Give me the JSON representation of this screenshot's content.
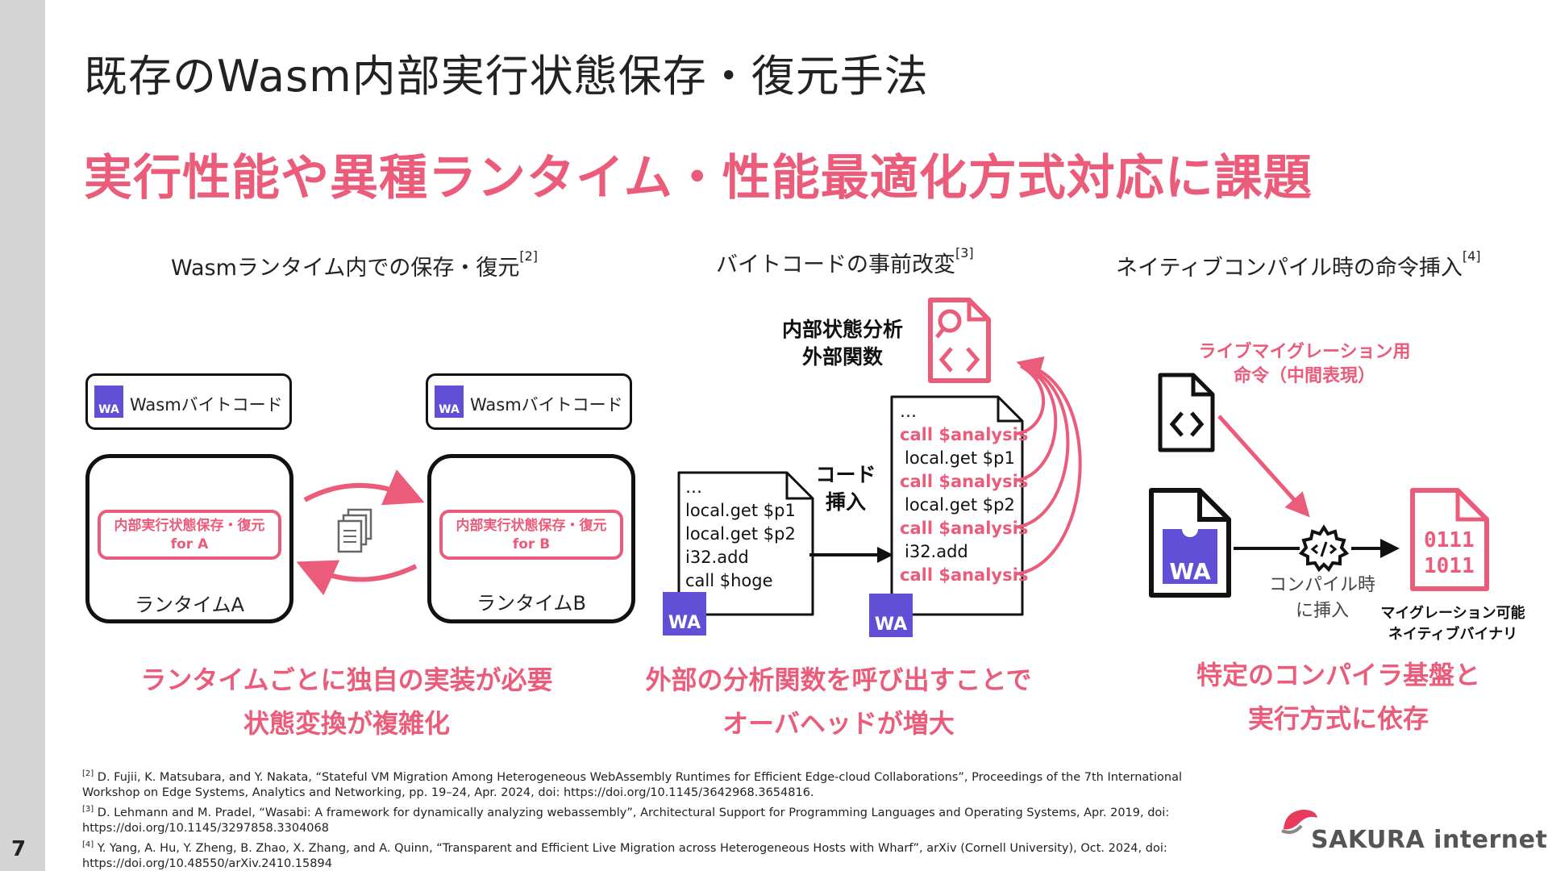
{
  "slide": {
    "page_number": "7",
    "title": "既存のWasm内部実行状態保存・復元手法",
    "subtitle": "実行性能や異種ランタイム・性能最適化方式対応に課題"
  },
  "col1": {
    "heading": "Wasmランタイム内での保存・復元",
    "ref": "[2]",
    "bytecode_label": "Wasmバイトコード",
    "wa_badge": "WA",
    "inner_a": "内部実行状態保存・復元\nfor A",
    "inner_b": "内部実行状態保存・復元\nfor B",
    "runtime_a": "ランタイムA",
    "runtime_b": "ランタイムB",
    "bottom_line1": "ランタイムごとに独自の実装が必要",
    "bottom_line2": "状態変換が複雑化"
  },
  "col2": {
    "heading": "バイトコードの事前改変",
    "ref": "[3]",
    "analysis_label_1": "内部状態分析",
    "analysis_label_2": "外部関数",
    "insert_label_1": "コード",
    "insert_label_2": "挿入",
    "left_code": [
      "…",
      "local.get $p1",
      "local.get $p2",
      "i32.add",
      "call  $hoge"
    ],
    "right_code": [
      {
        "text": "…",
        "highlight": false
      },
      {
        "text": "call $analysis",
        "highlight": true
      },
      {
        "text": "local.get $p1",
        "highlight": false
      },
      {
        "text": "call $analysis",
        "highlight": true
      },
      {
        "text": "local.get $p2",
        "highlight": false
      },
      {
        "text": "call $analysis",
        "highlight": true
      },
      {
        "text": "i32.add",
        "highlight": false
      },
      {
        "text": "call $analysis",
        "highlight": true
      }
    ],
    "wa_badge": "WA",
    "bottom_line1": "外部の分析関数を呼び出すことで",
    "bottom_line2": "オーバヘッドが増大"
  },
  "col3": {
    "heading": "ネイティブコンパイル時の命令挿入",
    "ref": "[4]",
    "instr_label_1": "ライブマイグレーション用",
    "instr_label_2": "命令（中間表現）",
    "compile_label_1": "コンパイル時",
    "compile_label_2": "に挿入",
    "binary_line1": "0111",
    "binary_line2": "1011",
    "native_label_1": "マイグレーション可能",
    "native_label_2": "ネイティブバイナリ",
    "wa_badge": "WA",
    "bottom_line1": "特定のコンパイラ基盤と",
    "bottom_line2": "実行方式に依存"
  },
  "footnotes": [
    {
      "ref": "[2]",
      "text": " D. Fujii, K. Matsubara, and Y. Nakata, “Stateful VM Migration Among Heterogeneous WebAssembly Runtimes for Efficient Edge-cloud Collaborations”, Proceedings of the 7th International Workshop on Edge Systems, Analytics and Networking, pp. 19–24, Apr. 2024, doi: https://doi.org/10.1145/3642968.3654816."
    },
    {
      "ref": "[3]",
      "text": " D. Lehmann and M. Pradel, “Wasabi: A framework for dynamically analyzing webassembly”, Architectural Support for Programming Languages and Operating Systems, Apr. 2019, doi: https://doi.org/10.1145/3297858.3304068"
    },
    {
      "ref": "[4]",
      "text": " Y. Yang, A. Hu, Y. Zheng, B. Zhao, X. Zhang, and A. Quinn, “Transparent and Efficient Live Migration across Heterogeneous Hosts with Wharf”,  arXiv (Cornell University), Oct. 2024, doi: https://doi.org/10.48550/arXiv.2410.15894"
    }
  ],
  "logo": {
    "text": "SAKURA internet"
  },
  "colors": {
    "accent": "#eb5b7a",
    "wasm_purple": "#6150d6",
    "sidebar": "#d4d4d4"
  }
}
